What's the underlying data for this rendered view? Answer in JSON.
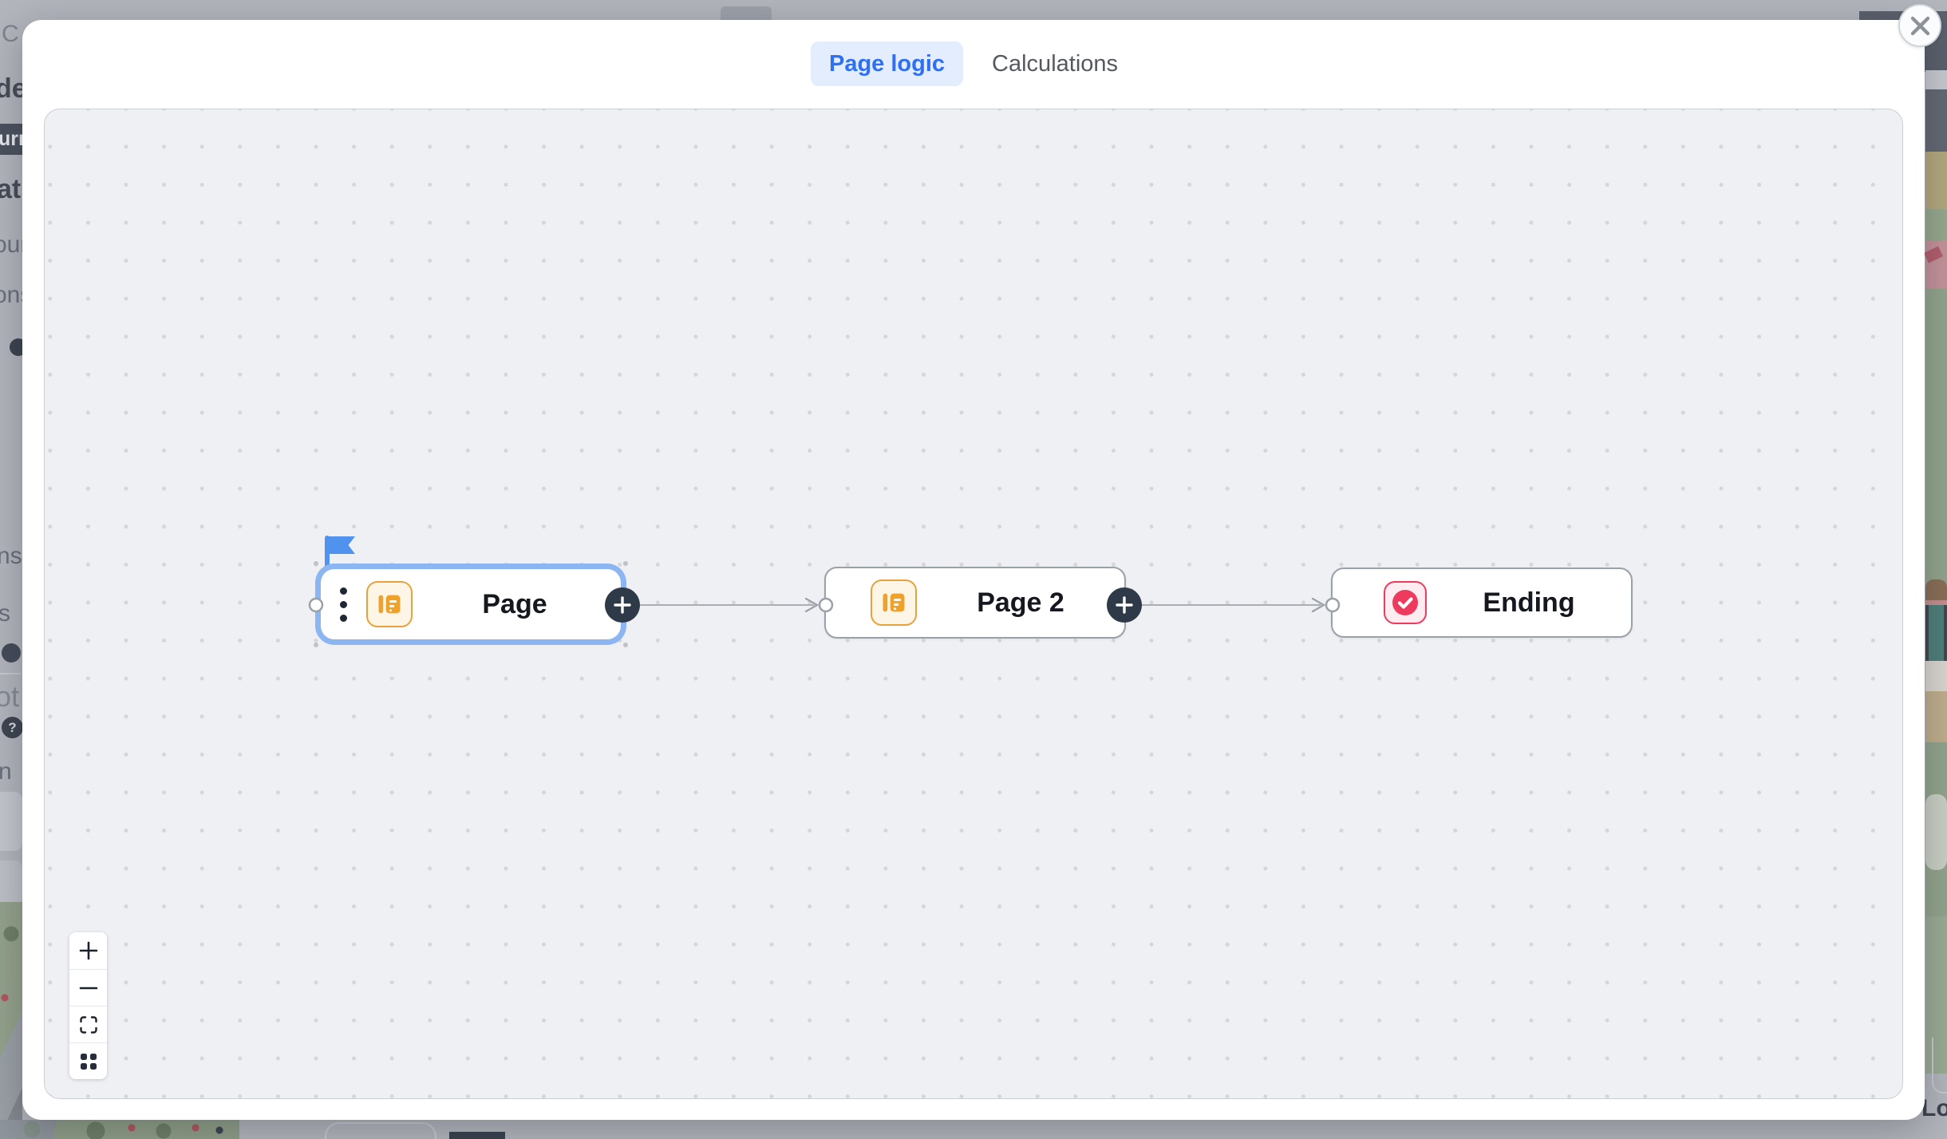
{
  "modal": {
    "tabs": [
      {
        "label": "Page logic",
        "active": true
      },
      {
        "label": "Calculations",
        "active": false
      }
    ],
    "close": "close-icon"
  },
  "flow": {
    "nodes": [
      {
        "label": "Page",
        "type": "page",
        "selected": true,
        "icon": "page-icon",
        "has_start_flag": true,
        "has_menu": true,
        "has_add_button": true
      },
      {
        "label": "Page 2",
        "type": "page",
        "selected": false,
        "icon": "page-icon",
        "has_start_flag": false,
        "has_menu": false,
        "has_add_button": true
      },
      {
        "label": "Ending",
        "type": "ending",
        "selected": false,
        "icon": "ending-check-icon",
        "has_start_flag": false,
        "has_menu": false,
        "has_add_button": false
      }
    ],
    "edges": [
      {
        "from": "Page",
        "to": "Page 2"
      },
      {
        "from": "Page 2",
        "to": "Ending"
      }
    ]
  },
  "canvas_controls": {
    "zoom_in": "plus-icon",
    "zoom_out": "minus-icon",
    "fit_view": "fit-view-icon",
    "minimap": "grid-dots-icon"
  },
  "background_fragments": {
    "f1": "C",
    "f2": "de",
    "f3": "urr",
    "f4": "at",
    "f5": "our",
    "f6": "ons",
    "f7": "ns",
    "f8": "s",
    "f9": "ot",
    "f10": "?",
    "f11": "n",
    "f12": "Lo"
  },
  "colors": {
    "overlay_bg": "#b2b5bc",
    "canvas_bg": "#eef0f3",
    "grid_dot": "#d4d6da",
    "tab_active_bg": "#e3edfd",
    "tab_active_text": "#2f6ff2",
    "node_border": "#9ba1a9",
    "selection_ring": "#8cb6f1",
    "flag_blue": "#4f93ef",
    "page_icon_orange": "#efa229",
    "ending_pink": "#ee3a5c",
    "plus_button_bg": "#2f3a49",
    "edge_line": "#a9adb4"
  }
}
